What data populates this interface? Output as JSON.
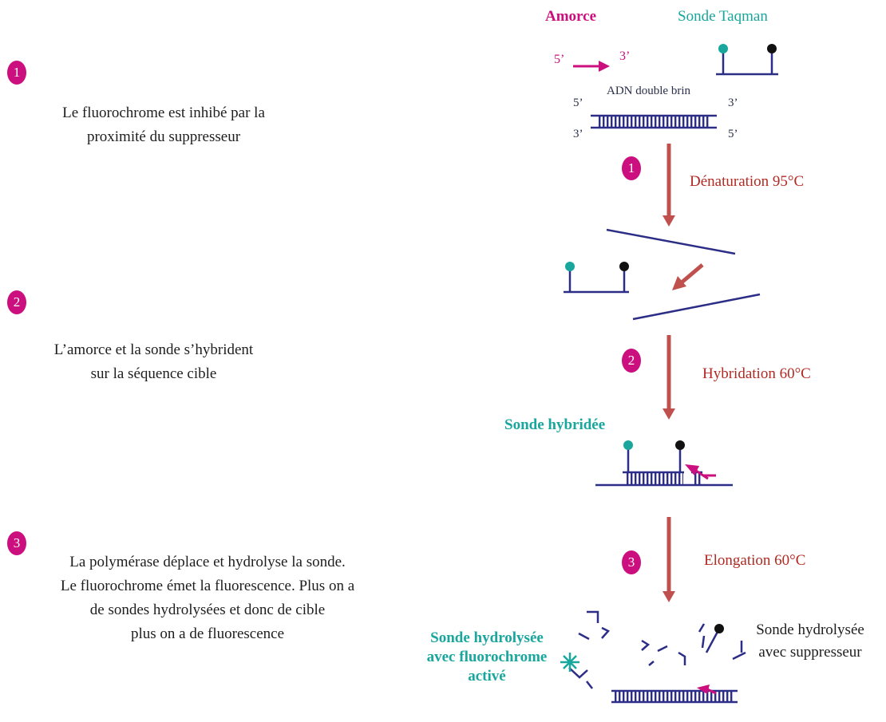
{
  "legend": {
    "primer_label": "Amorce",
    "probe_label": "Sonde Taqman",
    "primer_5": "5’",
    "primer_3": "3’",
    "dsdna_label": "ADN double brin",
    "dsdna_5_left": "5’",
    "dsdna_3_left": "3’",
    "dsdna_3_right": "3’",
    "dsdna_5_right": "5’"
  },
  "steps": [
    {
      "number": "1",
      "name": "Dénaturation  95°C",
      "description": [
        "Le fluorochrome est inhibé par la",
        "proximité du suppresseur"
      ]
    },
    {
      "number": "2",
      "name": "Hybridation  60°C",
      "description": [
        "L’amorce et la sonde s’hybrident",
        "sur la séquence cible"
      ]
    },
    {
      "number": "3",
      "name": "Elongation  60°C",
      "description": [
        "La polymérase déplace et hydrolyse la sonde.",
        "Le fluorochrome émet la fluorescence. Plus on a",
        "de sondes hydrolysées et donc de cible",
        "plus on a de fluorescence"
      ]
    }
  ],
  "labels": {
    "hybridized_probe": "Sonde hybridée",
    "hydrolyzed_fluor": [
      "Sonde hydrolysée",
      "avec fluorochrome",
      "activé"
    ],
    "hydrolyzed_quencher": [
      "Sonde hydrolysée",
      "avec suppresseur"
    ]
  },
  "colors": {
    "magenta": "#cc0f7e",
    "teal": "#19a69c",
    "arrow_red": "#c0504d",
    "strand_navy": "#2b2d86",
    "quencher_black": "#111111"
  }
}
